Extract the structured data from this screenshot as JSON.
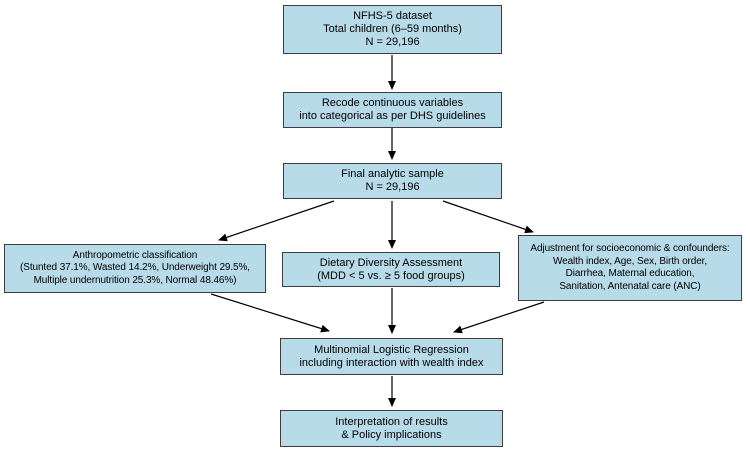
{
  "colors": {
    "box_fill": "#b7dbe8",
    "box_border": "#3d3d3d",
    "arrow": "#000000",
    "background": "#ffffff"
  },
  "nodes": {
    "dataset": {
      "lines": [
        "NFHS-5 dataset",
        "Total children (6–59 months)",
        "N = 29,196"
      ]
    },
    "recode": {
      "lines": [
        "Recode continuous variables",
        "into categorical as per DHS guidelines"
      ]
    },
    "final_sample": {
      "lines": [
        "Final analytic sample",
        "N = 29,196"
      ]
    },
    "anthropometric": {
      "lines": [
        "Anthropometric classification",
        "(Stunted 37.1%, Wasted 14.2%, Underweight 29.5%,",
        "Multiple undernutrition 25.3%, Normal 48.46%)"
      ]
    },
    "dietary": {
      "lines": [
        "Dietary Diversity Assessment",
        "(MDD < 5 vs. ≥ 5 food groups)"
      ]
    },
    "adjustment": {
      "lines": [
        "Adjustment for socioeconomic & confounders:",
        "Wealth index, Age, Sex, Birth order,",
        "Diarrhea, Maternal education,",
        "Sanitation, Antenatal care (ANC)"
      ]
    },
    "regression": {
      "lines": [
        "Multinomial Logistic Regression",
        "including interaction with wealth index"
      ]
    },
    "interpretation": {
      "lines": [
        "Interpretation of results",
        "& Policy implications"
      ]
    }
  },
  "edges": [
    {
      "from": "dataset",
      "to": "recode"
    },
    {
      "from": "recode",
      "to": "final_sample"
    },
    {
      "from": "final_sample",
      "to": "anthropometric"
    },
    {
      "from": "final_sample",
      "to": "dietary"
    },
    {
      "from": "final_sample",
      "to": "adjustment"
    },
    {
      "from": "anthropometric",
      "to": "regression"
    },
    {
      "from": "dietary",
      "to": "regression"
    },
    {
      "from": "adjustment",
      "to": "regression"
    },
    {
      "from": "regression",
      "to": "interpretation"
    }
  ]
}
